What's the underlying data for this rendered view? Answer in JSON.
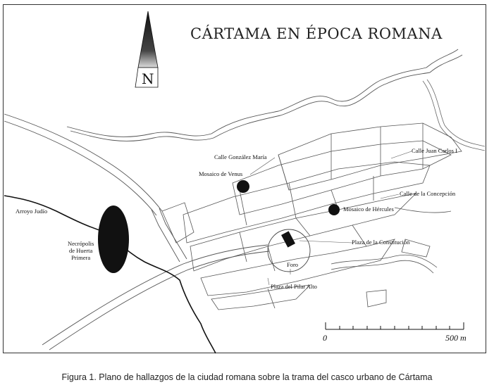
{
  "map": {
    "title": "CÁRTAMA EN ÉPOCA ROMANA",
    "north_letter": "N",
    "labels": {
      "arroyo": "Arroyo Judío",
      "necropolis": [
        "Necrópolis",
        "de Huerta",
        "Primera"
      ],
      "gonzalez_maria": "Calle González María",
      "mosaico_venus": "Mosaico de Venus",
      "juan_carlos": "Calle Juan Carlos I",
      "concepcion": "Calle de la Concepción",
      "mosaico_hercules": "Mosaico de Hércules",
      "constitucion": "Plaza de la Constitución",
      "foro": "Foro",
      "pilar_alto": "Plaza del Pilar Alto"
    },
    "scale": {
      "start": "0",
      "end": "500 m"
    },
    "icons": {
      "north_arrow": "north-arrow-icon",
      "site_marker": "site-marker-icon",
      "forum_marker": "forum-marker-icon"
    },
    "colors": {
      "ink": "#111111",
      "frame": "#333333"
    }
  },
  "caption": "Figura 1. Plano de hallazgos de la ciudad romana sobre la trama del casco urbano de Cártama"
}
